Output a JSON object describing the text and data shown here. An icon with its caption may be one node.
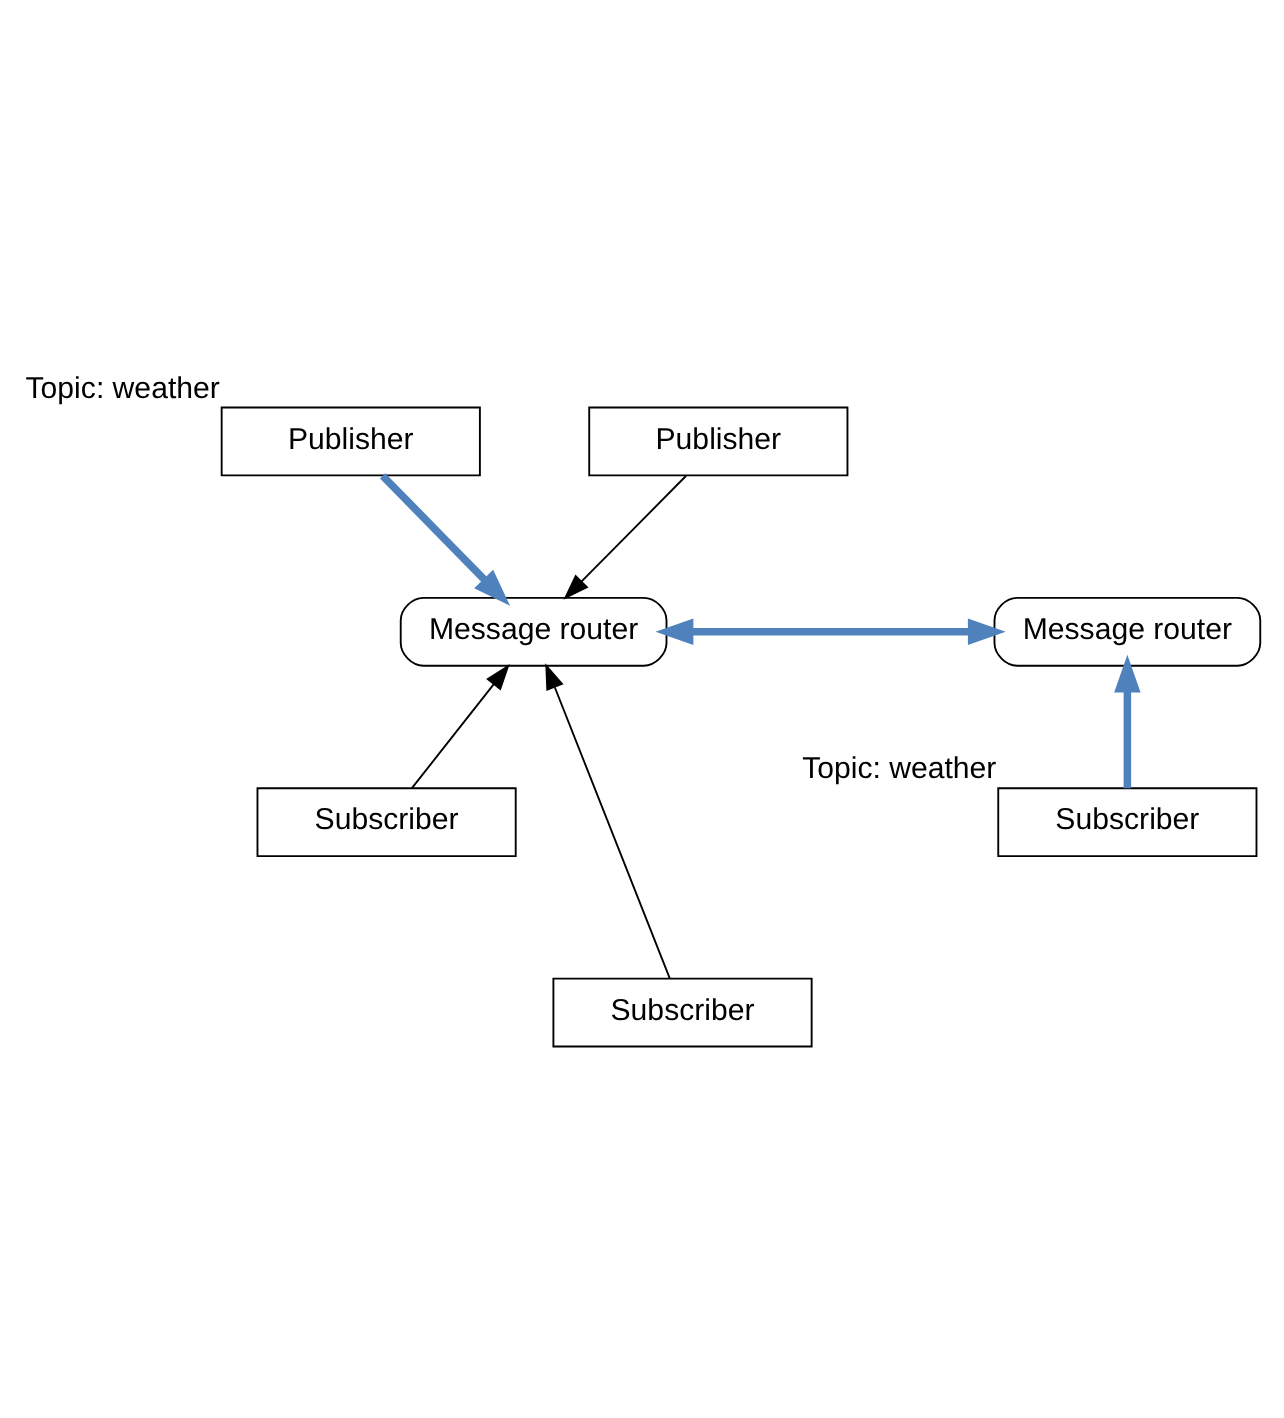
{
  "diagram": {
    "nodes": [
      {
        "text": [
          "Publisher"
        ],
        "beside": [
          "Topic: weather"
        ]
      },
      {
        "text": [
          "Publisher"
        ]
      },
      {
        "text": [
          "Message router"
        ]
      },
      {
        "text": [
          "Message router"
        ]
      },
      {
        "text": [
          "Subscriber"
        ]
      },
      {
        "text": [
          "Subscriber"
        ],
        "beside": [
          "Topic: weather"
        ]
      },
      {
        "text": [
          "Subscriber"
        ]
      }
    ],
    "edges": [
      {
        "from": 0,
        "to": 2,
        "arrow": "to",
        "style": "thick",
        "color": "#4f81bd"
      },
      {
        "from": 1,
        "to": 2,
        "arrow": "to",
        "color": "#000000"
      },
      {
        "from": 2,
        "to": 3,
        "arrow": "both",
        "style": "thick",
        "color": "#4f81bd"
      },
      {
        "from": 4,
        "to": 2,
        "arrow": "to",
        "color": "#000000"
      },
      {
        "from": 6,
        "to": 2,
        "arrow": "to",
        "color": "#000000"
      },
      {
        "from": 5,
        "to": 3,
        "arrow": "to",
        "style": "thick",
        "color": "#4f81bd"
      }
    ]
  }
}
